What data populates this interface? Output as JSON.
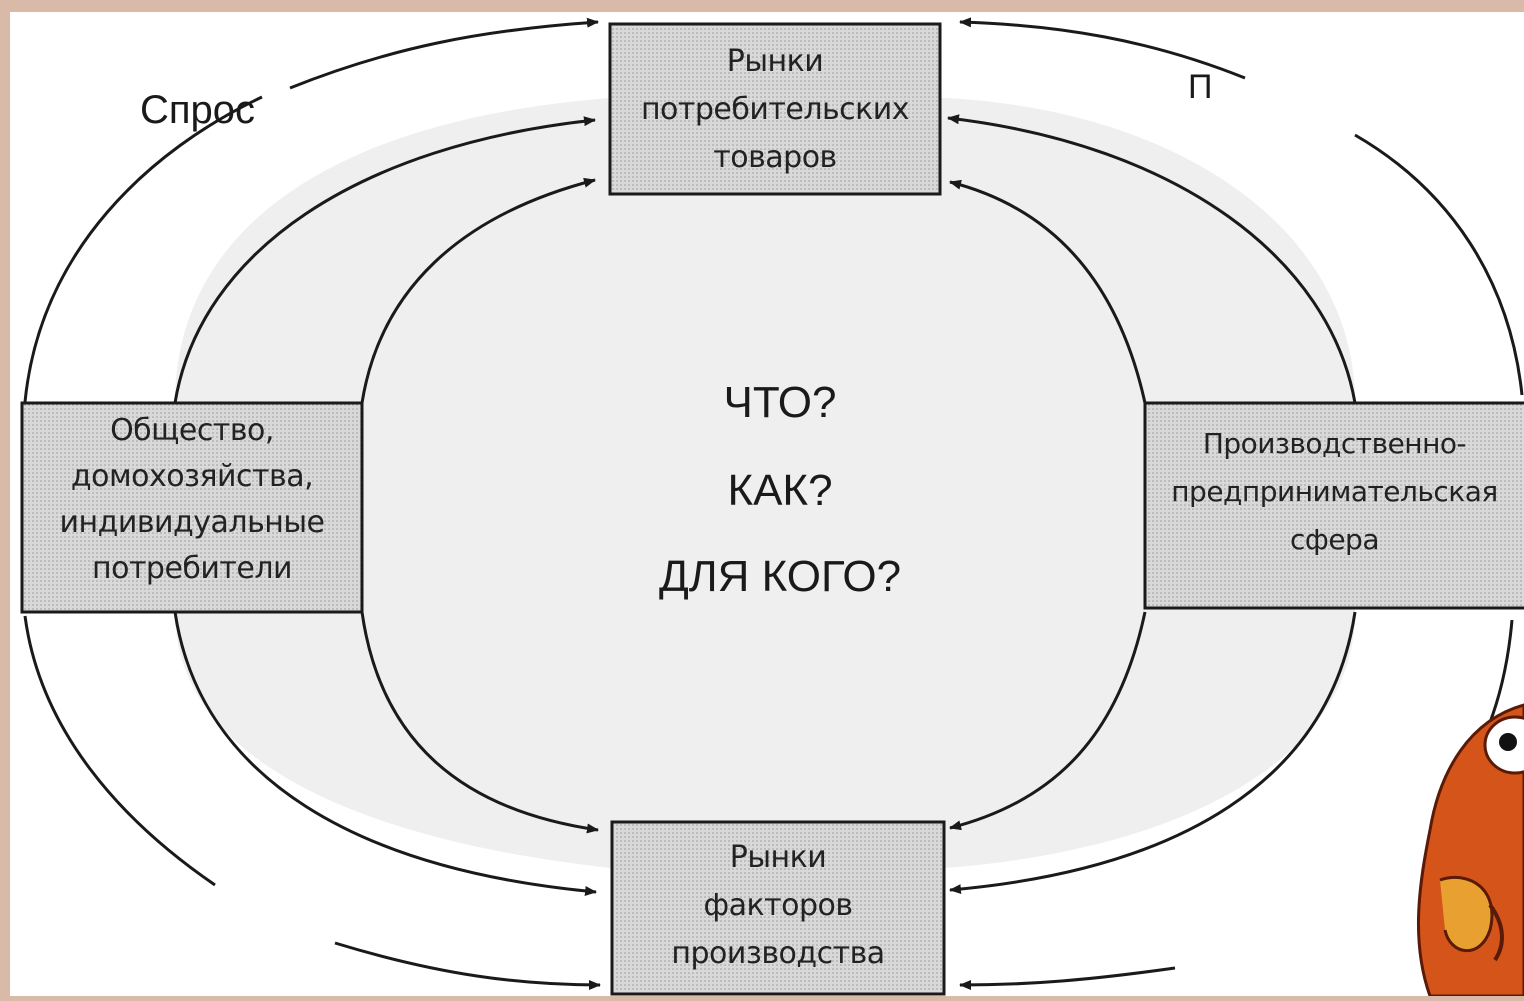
{
  "diagram": {
    "label_demand": "Спрос",
    "label_supply_fragment": "П",
    "boxes": {
      "top": [
        "Рынки",
        "потребительских",
        "товаров"
      ],
      "left": [
        "Общество,",
        "домохозяйства,",
        "индивидуальные",
        "потребители"
      ],
      "right": [
        "Производственно-",
        "предпринимательская",
        "сфера"
      ],
      "bottom": [
        "Рынки",
        "факторов",
        "производства"
      ]
    },
    "questions": [
      "ЧТО?",
      "КАК?",
      "ДЛЯ КОГО?"
    ]
  },
  "colors": {
    "background": "#d9b9a8",
    "panel": "#ffffff",
    "inner_fill": "#efefef",
    "box_fill": "#d4d4d4",
    "line": "#1a1a1a",
    "mascot": "#d4541a"
  }
}
